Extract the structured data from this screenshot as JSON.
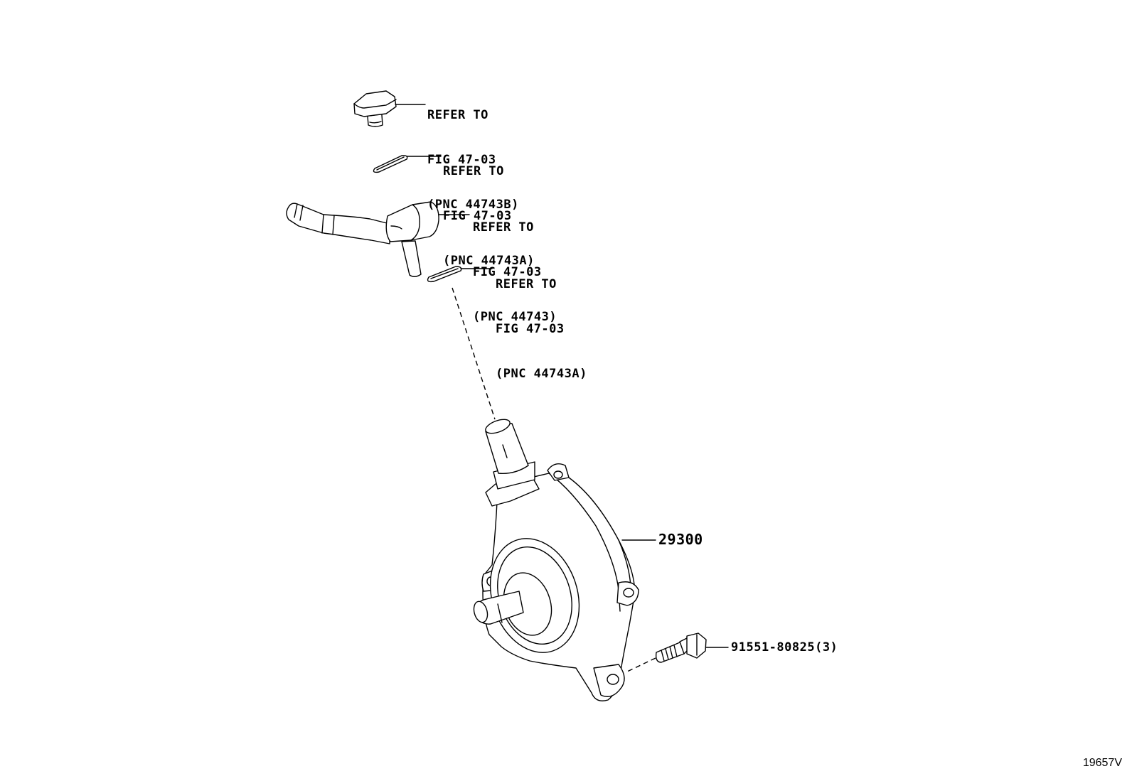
{
  "callouts": [
    {
      "line1": "REFER TO",
      "line2": "FIG 47-03",
      "line3": "(PNC 44743B)"
    },
    {
      "line1": "REFER TO",
      "line2": "FIG 47-03",
      "line3": "(PNC 44743A)"
    },
    {
      "line1": "REFER TO",
      "line2": "FIG 47-03",
      "line3": "(PNC 44743)"
    },
    {
      "line1": "REFER TO",
      "line2": "FIG 47-03",
      "line3": "(PNC 44743A)"
    }
  ],
  "parts": {
    "pump_number": "29300",
    "bolt_number": "91551-80825(3)"
  },
  "figure_id": "19657V"
}
